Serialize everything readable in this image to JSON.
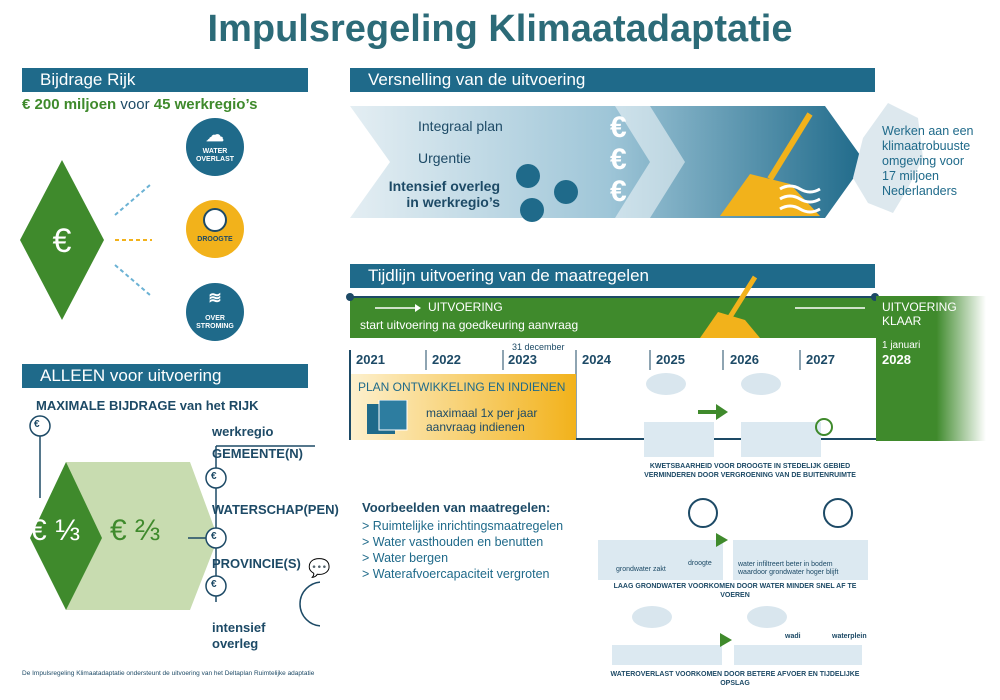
{
  "title": "Impulsregeling Klimaatadaptatie",
  "bijdrage": {
    "header": "Bijdrage Rijk",
    "amount": "€ 200 miljoen",
    "voor": "voor",
    "regions": "45 werkregio’s",
    "euro": "€",
    "icons": [
      {
        "name": "water-overlast-icon",
        "label1": "WATER",
        "label2": "OVERLAST"
      },
      {
        "name": "droogte-icon",
        "label1": "DROOGTE",
        "label2": ""
      },
      {
        "name": "overstroming-icon",
        "label1": "OVER",
        "label2": "STROMING"
      }
    ]
  },
  "versnelling": {
    "header": "Versnelling van de uitvoering",
    "items": [
      "Integraal plan",
      "Urgentie",
      "Intensief overleg",
      "in werkregio’s"
    ],
    "side_text": [
      "Werken aan een",
      "klimaatrobuuste",
      "omgeving voor",
      "17 miljoen",
      "Nederlanders"
    ]
  },
  "tijdlijn": {
    "header": "Tijdlijn uitvoering van de maatregelen",
    "uitvoering": "UITVOERING",
    "uitvoering_sub": "start uitvoering na goedkeuring aanvraag",
    "klaar1": "UITVOERING",
    "klaar2": "KLAAR",
    "januari": "1 januari",
    "year_end": "2028",
    "december": "31 december",
    "years": [
      "2021",
      "2022",
      "2023",
      "2024",
      "2025",
      "2026",
      "2027"
    ],
    "plan": "PLAN ONTWIKKELING EN INDIENEN",
    "plan_sub1": "maximaal 1x per jaar",
    "plan_sub2": "aanvraag indienen"
  },
  "alleen": {
    "header": "ALLEEN voor uitvoering",
    "max": "MAXIMALE BIJDRAGE van het RIJK",
    "werkregio": "werkregio",
    "gemeente": "GEMEENTE(N)",
    "waterschap": "WATERSCHAP(PEN)",
    "provincie": "PROVINCIE(S)",
    "intensief1": "intensief",
    "intensief2": "overleg",
    "third": "€ ⅓",
    "twothird": "€ ⅔",
    "euro": "€"
  },
  "voorbeelden": {
    "title": "Voorbeelden van maatregelen:",
    "items": [
      "> Ruimtelijke inrichtingsmaatregelen",
      "> Water vasthouden en benutten",
      "> Water bergen",
      "> Waterafvoercapaciteit vergroten"
    ]
  },
  "illustraties": {
    "cap1a": "KWETSBAARHEID VOOR DROOGTE IN STEDELIJK GEBIED",
    "cap1b": "VERMINDEREN DOOR VERGROENING VAN DE BUITENRUIMTE",
    "grondwater_zakt": "grondwater zakt",
    "droogte": "droogte",
    "water_infiltreert1": "water infiltreert beter in bodem",
    "water_infiltreert2": "waardoor grondwater hoger blijft",
    "cap2": "LAAG GRONDWATER VOORKOMEN DOOR WATER MINDER SNEL AF TE VOEREN",
    "wadi": "wadi",
    "waterplein": "waterplein",
    "cap3": "WATEROVERLAST VOORKOMEN DOOR BETERE AFVOER EN TIJDELIJKE OPSLAG"
  },
  "footer": "De Impulsregeling Klimaatadaptatie ondersteunt de uitvoering van het Deltaplan Ruimtelijke adaptatie",
  "colors": {
    "blue": "#1f6a8a",
    "green": "#3f8a2c",
    "yellow": "#f2b21b",
    "lightgreen": "#c8dcb0"
  }
}
